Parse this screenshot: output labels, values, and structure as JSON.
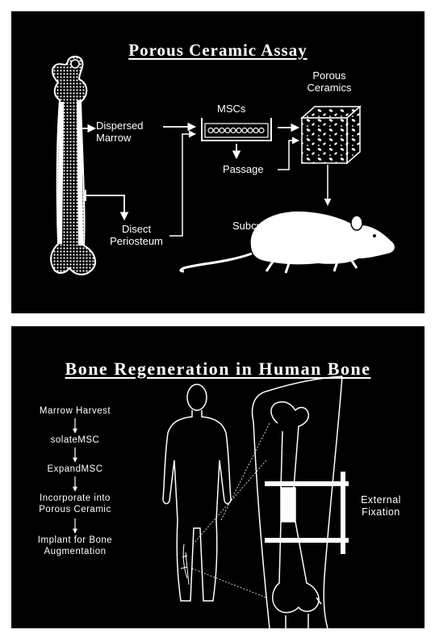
{
  "panel1": {
    "title": "Porous Ceramic Assay",
    "labels": {
      "dispersed_marrow": [
        "Dispersed",
        "Marrow"
      ],
      "mscs": "MSCs",
      "porous_ceramics": [
        "Porous",
        "Ceramics"
      ],
      "passage": "Passage",
      "disect_periosteum": [
        "Disect",
        "Periosteum"
      ],
      "subcutaneous": "Subcutaneous"
    }
  },
  "panel2": {
    "title": "Bone Regeneration in Human Bone",
    "steps": [
      "Marrow Harvest",
      "solateMSC",
      "ExpandMSC",
      "Incorporate into\nPorous Ceramic",
      "Implant for Bone\nAugmentation"
    ],
    "external_fixation": [
      "External",
      "Fixation"
    ]
  },
  "colors": {
    "background": "#000000",
    "foreground": "#ffffff",
    "page": "#ffffff"
  }
}
